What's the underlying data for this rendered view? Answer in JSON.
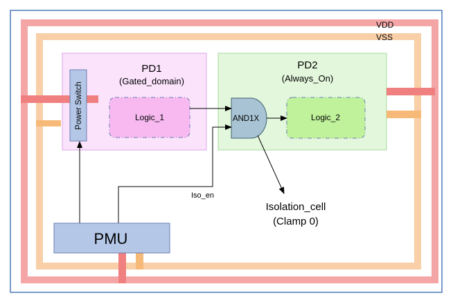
{
  "rails": {
    "vdd_label": "VDD",
    "vss_label": "VSS",
    "vdd_color": "#f4a6a6",
    "vss_color": "#f9cfa8",
    "vdd_stub_color": "#f08080",
    "vss_stub_color": "#f7b977"
  },
  "pd1": {
    "title": "PD1",
    "subtitle": "(Gated_domain)",
    "fill": "#fbe3fb",
    "stroke": "#d9a6e8"
  },
  "pd2": {
    "title": "PD2",
    "subtitle": "(Always_On)",
    "fill": "#e3f7dc",
    "stroke": "#a8d8a0"
  },
  "power_switch": {
    "label": "Power Switch",
    "fill": "#b4c7e7"
  },
  "logic_1": {
    "label": "Logic_1",
    "fill": "#f7b9f0"
  },
  "logic_2": {
    "label": "Logic_2",
    "fill": "#bff29a"
  },
  "and_gate": {
    "label": "AND1X",
    "fill": "#a8c4d4"
  },
  "iso_en": {
    "label": "Iso_en"
  },
  "isolation_cell": {
    "line1": "Isolation_cell",
    "line2": "(Clamp 0)"
  },
  "pmu": {
    "label": "PMU",
    "fill": "#b4c7e7"
  },
  "frame": {
    "border_color": "#4a78b8"
  }
}
